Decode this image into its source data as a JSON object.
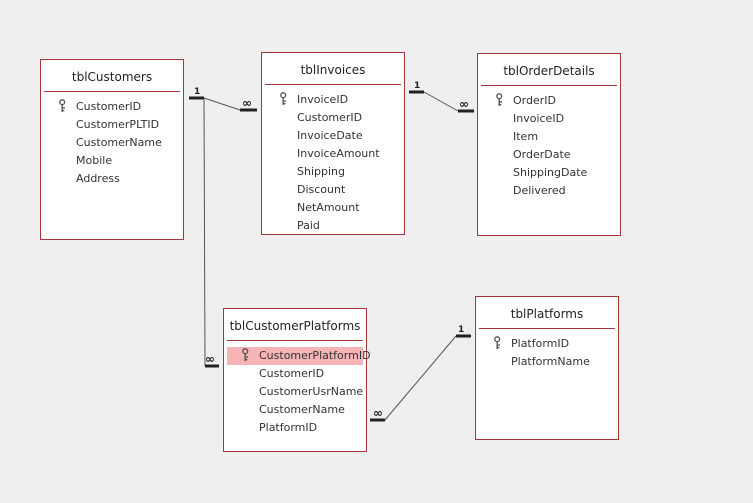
{
  "tables": {
    "customers": {
      "title": "tblCustomers",
      "fields": [
        {
          "name": "CustomerID",
          "key": true
        },
        {
          "name": "CustomerPLTID",
          "key": false
        },
        {
          "name": "CustomerName",
          "key": false
        },
        {
          "name": "Mobile",
          "key": false
        },
        {
          "name": "Address",
          "key": false
        }
      ]
    },
    "invoices": {
      "title": "tblInvoices",
      "fields": [
        {
          "name": "InvoiceID",
          "key": true
        },
        {
          "name": "CustomerID",
          "key": false
        },
        {
          "name": "InvoiceDate",
          "key": false
        },
        {
          "name": "InvoiceAmount",
          "key": false
        },
        {
          "name": "Shipping",
          "key": false
        },
        {
          "name": "Discount",
          "key": false
        },
        {
          "name": "NetAmount",
          "key": false
        },
        {
          "name": "Paid",
          "key": false
        }
      ]
    },
    "order_details": {
      "title": "tblOrderDetails",
      "fields": [
        {
          "name": "OrderID",
          "key": true
        },
        {
          "name": "InvoiceID",
          "key": false
        },
        {
          "name": "Item",
          "key": false
        },
        {
          "name": "OrderDate",
          "key": false
        },
        {
          "name": "ShippingDate",
          "key": false
        },
        {
          "name": "Delivered",
          "key": false
        }
      ]
    },
    "customer_platforms": {
      "title": "tblCustomerPlatforms",
      "fields": [
        {
          "name": "CustomerPlatformID",
          "key": true,
          "selected": true
        },
        {
          "name": "CustomerID",
          "key": false
        },
        {
          "name": "CustomerUsrName",
          "key": false
        },
        {
          "name": "CustomerName",
          "key": false
        },
        {
          "name": "PlatformID",
          "key": false
        }
      ]
    },
    "platforms": {
      "title": "tblPlatforms",
      "fields": [
        {
          "name": "PlatformID",
          "key": true
        },
        {
          "name": "PlatformName",
          "key": false
        }
      ]
    }
  },
  "relationships": {
    "one_label": "1",
    "many_label": "∞"
  },
  "colors": {
    "border": "#a4373a",
    "selected": "#f6b4b7",
    "background": "#efefef",
    "line": "#555555"
  }
}
